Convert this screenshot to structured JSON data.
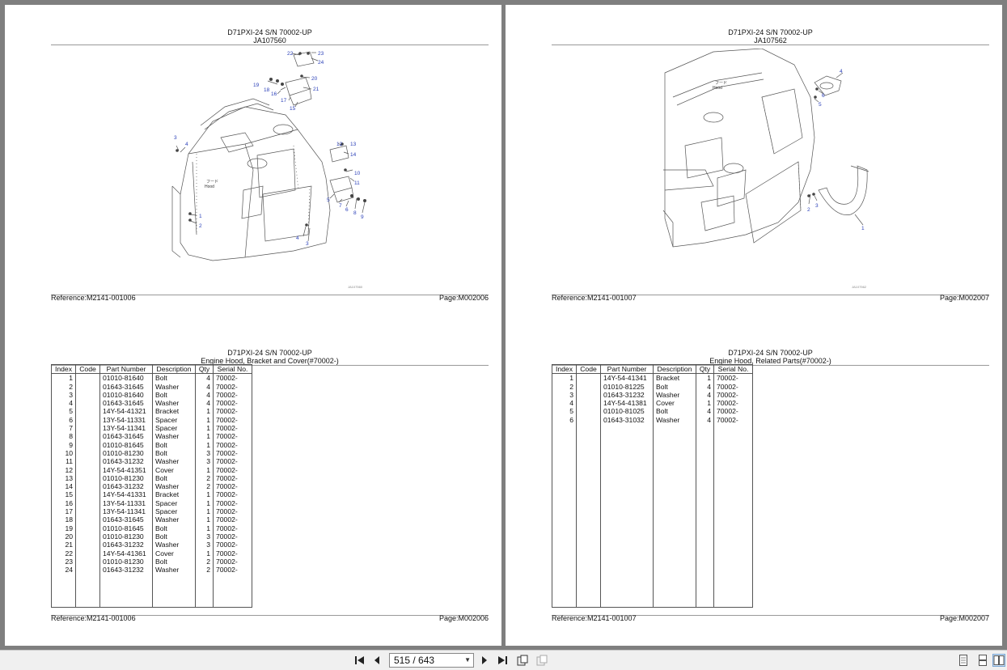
{
  "page_left_top": {
    "title": "D71PXI-24 S/N 70002-UP",
    "figure_id": "JA107560",
    "tiny_label": "JA107560",
    "hood_label": "フード\nHood",
    "reference": "Reference:M2141-001006",
    "page": "Page:M002006"
  },
  "page_right_top": {
    "title": "D71PXI-24 S/N 70002-UP",
    "figure_id": "JA107562",
    "tiny_label": "JA107562",
    "hood_label": "フード\nHood",
    "reference": "Reference:M2141-001007",
    "page": "Page:M002007"
  },
  "page_left_bottom": {
    "title": "D71PXI-24 S/N 70002-UP",
    "subtitle": "Engine Hood, Bracket and Cover(#70002-)",
    "reference": "Reference:M2141-001006",
    "page": "Page:M002006"
  },
  "page_right_bottom": {
    "title": "D71PXI-24 S/N 70002-UP",
    "subtitle": "Engine Hood, Related Parts(#70002-)",
    "reference": "Reference:M2141-001007",
    "page": "Page:M002007"
  },
  "table_headers": [
    "Index",
    "Code",
    "Part Number",
    "Description",
    "Qty",
    "Serial No."
  ],
  "left_parts": [
    [
      "1",
      "",
      "01010-81640",
      "Bolt",
      "4",
      "70002-"
    ],
    [
      "2",
      "",
      "01643-31645",
      "Washer",
      "4",
      "70002-"
    ],
    [
      "3",
      "",
      "01010-81640",
      "Bolt",
      "4",
      "70002-"
    ],
    [
      "4",
      "",
      "01643-31645",
      "Washer",
      "4",
      "70002-"
    ],
    [
      "5",
      "",
      "14Y-54-41321",
      "Bracket",
      "1",
      "70002-"
    ],
    [
      "6",
      "",
      "13Y-54-11331",
      "Spacer",
      "1",
      "70002-"
    ],
    [
      "7",
      "",
      "13Y-54-11341",
      "Spacer",
      "1",
      "70002-"
    ],
    [
      "8",
      "",
      "01643-31645",
      "Washer",
      "1",
      "70002-"
    ],
    [
      "9",
      "",
      "01010-81645",
      "Bolt",
      "1",
      "70002-"
    ],
    [
      "10",
      "",
      "01010-81230",
      "Bolt",
      "3",
      "70002-"
    ],
    [
      "11",
      "",
      "01643-31232",
      "Washer",
      "3",
      "70002-"
    ],
    [
      "12",
      "",
      "14Y-54-41351",
      "Cover",
      "1",
      "70002-"
    ],
    [
      "13",
      "",
      "01010-81230",
      "Bolt",
      "2",
      "70002-"
    ],
    [
      "14",
      "",
      "01643-31232",
      "Washer",
      "2",
      "70002-"
    ],
    [
      "15",
      "",
      "14Y-54-41331",
      "Bracket",
      "1",
      "70002-"
    ],
    [
      "16",
      "",
      "13Y-54-11331",
      "Spacer",
      "1",
      "70002-"
    ],
    [
      "17",
      "",
      "13Y-54-11341",
      "Spacer",
      "1",
      "70002-"
    ],
    [
      "18",
      "",
      "01643-31645",
      "Washer",
      "1",
      "70002-"
    ],
    [
      "19",
      "",
      "01010-81645",
      "Bolt",
      "1",
      "70002-"
    ],
    [
      "20",
      "",
      "01010-81230",
      "Bolt",
      "3",
      "70002-"
    ],
    [
      "21",
      "",
      "01643-31232",
      "Washer",
      "3",
      "70002-"
    ],
    [
      "22",
      "",
      "14Y-54-41361",
      "Cover",
      "1",
      "70002-"
    ],
    [
      "23",
      "",
      "01010-81230",
      "Bolt",
      "2",
      "70002-"
    ],
    [
      "24",
      "",
      "01643-31232",
      "Washer",
      "2",
      "70002-"
    ]
  ],
  "right_parts": [
    [
      "1",
      "",
      "14Y-54-41341",
      "Bracket",
      "1",
      "70002-"
    ],
    [
      "2",
      "",
      "01010-81225",
      "Bolt",
      "4",
      "70002-"
    ],
    [
      "3",
      "",
      "01643-31232",
      "Washer",
      "4",
      "70002-"
    ],
    [
      "4",
      "",
      "14Y-54-41381",
      "Cover",
      "1",
      "70002-"
    ],
    [
      "5",
      "",
      "01010-81025",
      "Bolt",
      "4",
      "70002-"
    ],
    [
      "6",
      "",
      "01643-31032",
      "Washer",
      "4",
      "70002-"
    ]
  ],
  "toolbar": {
    "page_indicator": "515 / 643",
    "first_icon": "first-page-icon",
    "prev_icon": "previous-page-icon",
    "next_icon": "next-page-icon",
    "last_icon": "last-page-icon"
  }
}
